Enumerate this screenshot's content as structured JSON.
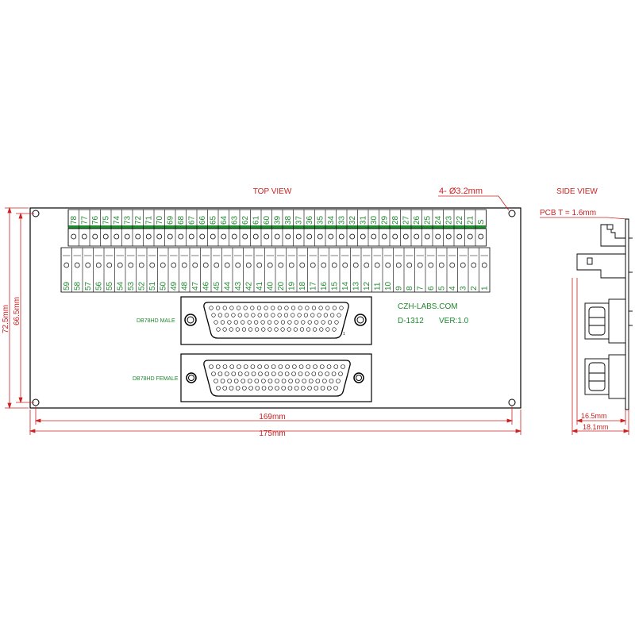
{
  "colors": {
    "dimension": "#cc2222",
    "green": "#1f8a2e",
    "outline": "#000000",
    "silk": "#1f8a2e"
  },
  "labels": {
    "top_view": "TOP VIEW",
    "side_view": "SIDE VIEW",
    "hole_spec": "4- Ø3.2mm",
    "pcb_thickness": "PCB T = 1.6mm",
    "brand": "CZH-LABS.COM",
    "part_no": "D-1312",
    "version": "VER:1.0",
    "male_connector": "DB78HD MALE",
    "female_connector": "DB78HD FEMALE",
    "mark_one": "1"
  },
  "dimensions": {
    "height_outer": "72.5mm",
    "height_inner": "66.5mm",
    "width_inner": "169mm",
    "width_outer": "175mm",
    "side_depth_inner": "16.5mm",
    "side_depth_outer": "18.1mm"
  },
  "terminals": {
    "top_row": [
      "78",
      "77",
      "76",
      "75",
      "74",
      "73",
      "72",
      "71",
      "70",
      "69",
      "68",
      "67",
      "66",
      "65",
      "64",
      "63",
      "62",
      "61",
      "60",
      "39",
      "38",
      "37",
      "36",
      "35",
      "34",
      "33",
      "32",
      "31",
      "30",
      "29",
      "28",
      "27",
      "26",
      "25",
      "24",
      "23",
      "22",
      "21",
      "S"
    ],
    "bottom_row": [
      "59",
      "58",
      "57",
      "56",
      "55",
      "54",
      "53",
      "52",
      "51",
      "50",
      "49",
      "48",
      "47",
      "46",
      "45",
      "44",
      "43",
      "42",
      "41",
      "40",
      "20",
      "19",
      "18",
      "17",
      "16",
      "15",
      "14",
      "13",
      "12",
      "11",
      "10",
      "9",
      "8",
      "7",
      "6",
      "5",
      "4",
      "3",
      "2",
      "1"
    ]
  }
}
